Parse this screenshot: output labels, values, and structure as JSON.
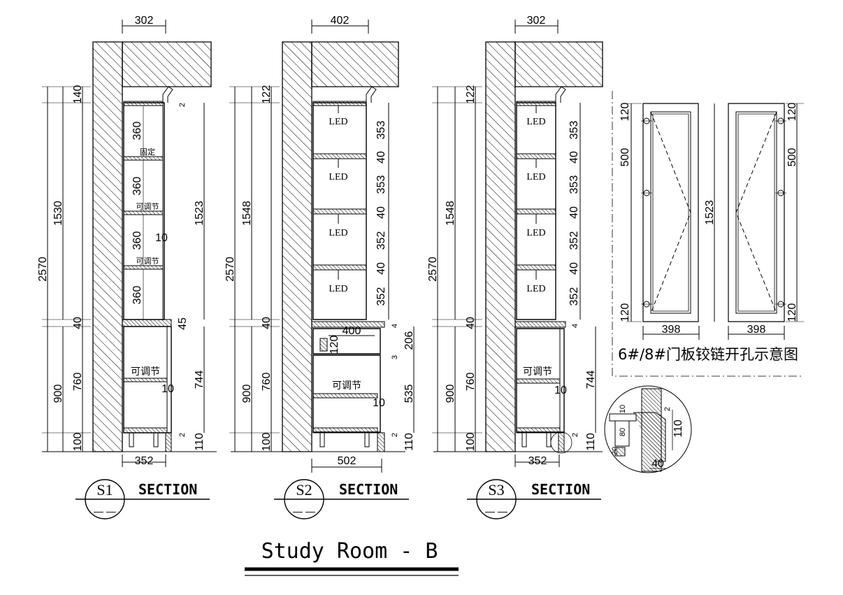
{
  "title": "Study Room - B",
  "sections": [
    {
      "id": "S1",
      "label": "SECTION",
      "sub": "— —",
      "top_width": "302",
      "bottom_width": "352",
      "left_dims": [
        "2570",
        "1530",
        "900",
        "140",
        "40",
        "760",
        "100"
      ],
      "right_dims": [
        "1523",
        "744",
        "2",
        "45",
        "2",
        "110"
      ],
      "upper_cells": [
        "360",
        "360",
        "360",
        "360"
      ],
      "notes": [
        "固定",
        "可调节",
        "可调节",
        "可调节"
      ],
      "door_mark_upper": "10",
      "door_mark_lower": "10"
    },
    {
      "id": "S2",
      "label": "SECTION",
      "sub": "— —",
      "top_width": "402",
      "bottom_width": "502",
      "left_dims": [
        "2570",
        "1548",
        "900",
        "122",
        "40",
        "760",
        "100"
      ],
      "right_dims": [
        "353",
        "40",
        "353",
        "40",
        "352",
        "40",
        "352",
        "4",
        "206",
        "3",
        "535",
        "2",
        "110"
      ],
      "led_label": "LED",
      "drawer_width": "400",
      "drawer_height": "120",
      "notes": [
        "可调节"
      ],
      "door_mark_lower": "10"
    },
    {
      "id": "S3",
      "label": "SECTION",
      "sub": "— —",
      "top_width": "302",
      "bottom_width": "352",
      "left_dims": [
        "2570",
        "1548",
        "900",
        "122",
        "40",
        "760",
        "100"
      ],
      "right_dims": [
        "353",
        "40",
        "353",
        "40",
        "352",
        "40",
        "352",
        "4",
        "744",
        "2",
        "110"
      ],
      "led_label": "LED",
      "notes": [
        "可调节"
      ],
      "door_mark_lower": "10"
    }
  ],
  "door_detail": {
    "caption": "6#/8#门板铰链开孔示意图",
    "height": "1523",
    "width_left": "398",
    "width_right": "398",
    "hinge_dims": [
      "120",
      "500",
      "120"
    ]
  },
  "callout": {
    "dims": [
      "10",
      "80",
      "20",
      "2",
      "110",
      "40"
    ]
  }
}
